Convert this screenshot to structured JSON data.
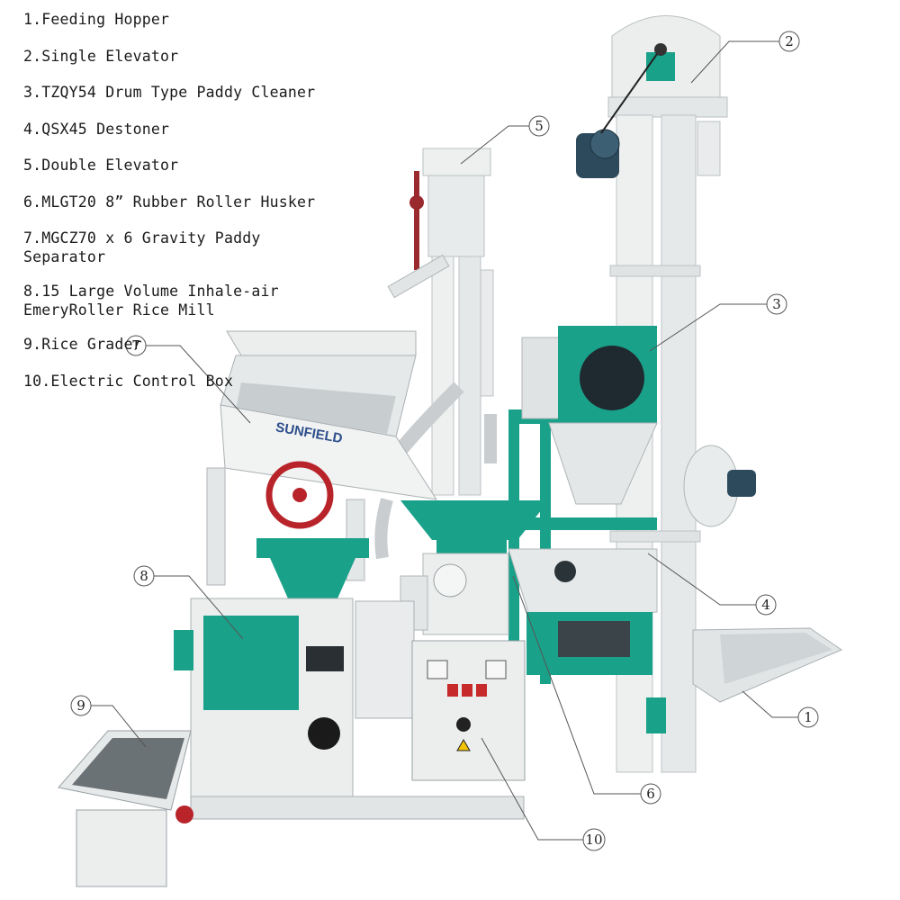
{
  "legend": [
    "1.Feeding Hopper",
    "2.Single Elevator",
    "3.TZQY54 Drum Type Paddy Cleaner",
    "4.QSX45 Destoner",
    "5.Double Elevator",
    "6.MLGT20 8” Rubber Roller Husker",
    "7.MGCZ70 x 6 Gravity Paddy\nSeparator",
    "8.15 Large Volume Inhale-air\nEmeryRoller Rice Mill",
    "9.Rice Grader",
    "10.Electric Control Box"
  ],
  "callouts": [
    "1",
    "2",
    "3",
    "4",
    "5",
    "6",
    "7",
    "8",
    "9",
    "10"
  ],
  "brand": "SUNFIELD",
  "colors": {
    "machine_white": "#eceeee",
    "teal": "#1aa18a",
    "motor_blue": "#2c4a5c",
    "wheel_red": "#b8242a",
    "frame_gray": "#c9cfd1"
  }
}
